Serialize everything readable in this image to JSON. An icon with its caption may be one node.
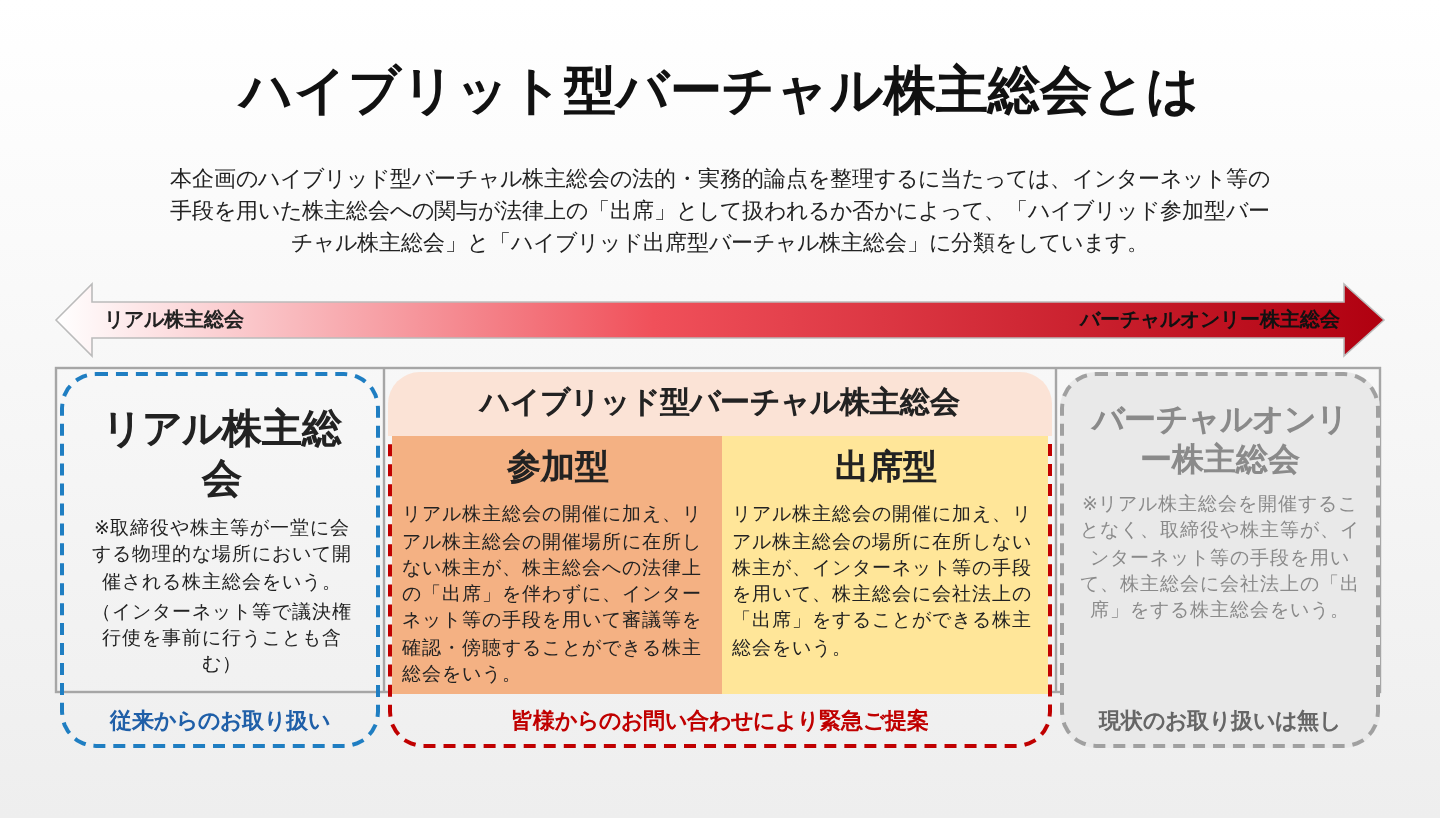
{
  "diagram": {
    "title": "ハイブリット型バーチャル株主総会とは",
    "nodes": [
      {
        "text": [
          "リアル株主総会",
          "※取締役や株主等が一堂に会する物理的な場所において開催される株主総会をいう。",
          "（インターネット等で議決権行使を事前に行うことも含む）",
          "従来からのお取り扱い"
        ]
      },
      {
        "text": [
          "ハイブリッド型バーチャル株主総会",
          "皆様からのお問い合わせにより緊急ご提案"
        ]
      },
      {
        "text": [
          "参加型",
          "リアル株主総会の開催に加え、リアル株主総会の開催場所に在所しない株主が、株主総会への法律上の「出席」を伴わずに、インターネット等の手段を用いて審議等を確認・傍聴することができる株主総会をいう。"
        ],
        "in": 1
      },
      {
        "text": [
          "出席型",
          "リアル株主総会の開催に加え、リアル株主総会の場所に在所しない株主が、インターネット等の手段を用いて、株主総会に会社法上の「出席」をすることができる株主総会をいう。"
        ],
        "in": 1
      },
      {
        "text": [
          "バーチャルオンリー株主総会",
          "※リアル株主総会を開催することなく、取締役や株主等が、インターネット等の手段を用いて、株主総会に会社法上の「出席」をする株主総会をいう。",
          "現状のお取り扱いは無し"
        ]
      }
    ],
    "labels": [
      "本企画のハイブリッド型バーチャル株主総会の法的・実務的論点を整理するに当たっては、インターネット等の手段を用いた株主総会への関与が法律上の「出席」として扱われるか否かによって、「ハイブリッド参加型バーチャル株主総会」と「ハイブリッド出席型バーチャル株主総会」に分類をしています。",
      "リアル株主総会",
      "バーチャルオンリー株主総会"
    ]
  }
}
